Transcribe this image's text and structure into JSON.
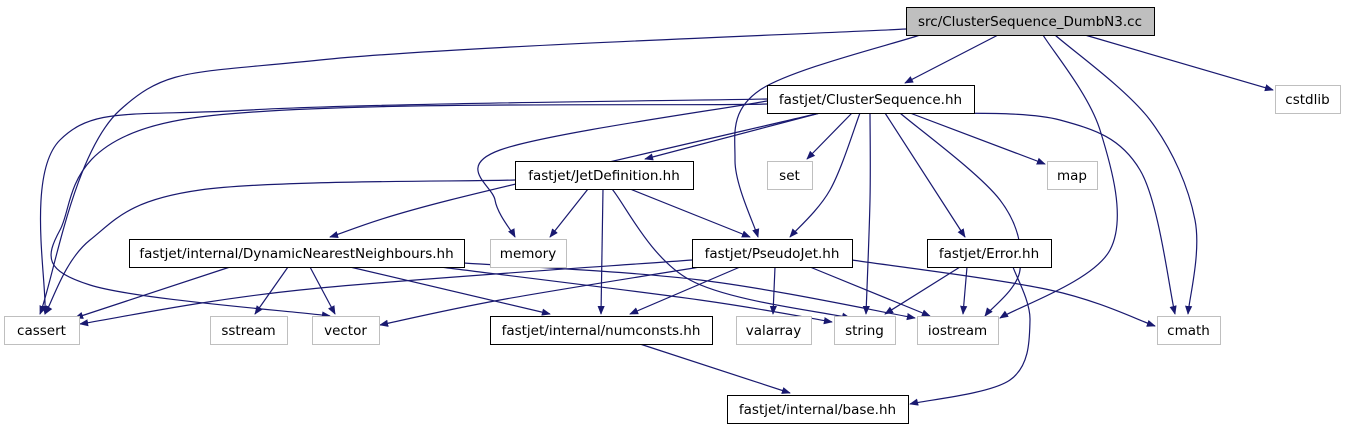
{
  "graph": {
    "colors": {
      "edge": "#191970",
      "root_fill": "#bfbfbf",
      "root_border": "#000000",
      "documented_border": "#000000",
      "external_border": "#bfbfbf",
      "external_text": "#000000"
    },
    "nodes": [
      {
        "id": "root",
        "label": "src/ClusterSequence_DumbN3.cc",
        "kind": "root"
      },
      {
        "id": "clusterseq",
        "label": "fastjet/ClusterSequence.hh",
        "kind": "documented"
      },
      {
        "id": "cstdlib",
        "label": "cstdlib",
        "kind": "external"
      },
      {
        "id": "jetdef",
        "label": "fastjet/JetDefinition.hh",
        "kind": "documented"
      },
      {
        "id": "set",
        "label": "set",
        "kind": "external"
      },
      {
        "id": "map",
        "label": "map",
        "kind": "external"
      },
      {
        "id": "dnn",
        "label": "fastjet/internal/DynamicNearestNeighbours.hh",
        "kind": "documented"
      },
      {
        "id": "memory",
        "label": "memory",
        "kind": "external"
      },
      {
        "id": "pseudojet",
        "label": "fastjet/PseudoJet.hh",
        "kind": "documented"
      },
      {
        "id": "error",
        "label": "fastjet/Error.hh",
        "kind": "documented"
      },
      {
        "id": "cassert",
        "label": "cassert",
        "kind": "external"
      },
      {
        "id": "sstream",
        "label": "sstream",
        "kind": "external"
      },
      {
        "id": "vector",
        "label": "vector",
        "kind": "external"
      },
      {
        "id": "numconsts",
        "label": "fastjet/internal/numconsts.hh",
        "kind": "documented"
      },
      {
        "id": "valarray",
        "label": "valarray",
        "kind": "external"
      },
      {
        "id": "string",
        "label": "string",
        "kind": "external"
      },
      {
        "id": "iostream",
        "label": "iostream",
        "kind": "external"
      },
      {
        "id": "cmath",
        "label": "cmath",
        "kind": "external"
      },
      {
        "id": "base",
        "label": "fastjet/internal/base.hh",
        "kind": "documented"
      }
    ],
    "edges": [
      [
        "root",
        "clusterseq"
      ],
      [
        "root",
        "cstdlib"
      ],
      [
        "root",
        "cassert"
      ],
      [
        "root",
        "pseudojet"
      ],
      [
        "root",
        "iostream"
      ],
      [
        "root",
        "cmath"
      ],
      [
        "clusterseq",
        "jetdef"
      ],
      [
        "clusterseq",
        "set"
      ],
      [
        "clusterseq",
        "map"
      ],
      [
        "clusterseq",
        "dnn"
      ],
      [
        "clusterseq",
        "memory"
      ],
      [
        "clusterseq",
        "pseudojet"
      ],
      [
        "clusterseq",
        "error"
      ],
      [
        "clusterseq",
        "cassert"
      ],
      [
        "clusterseq",
        "vector"
      ],
      [
        "clusterseq",
        "string"
      ],
      [
        "clusterseq",
        "iostream"
      ],
      [
        "clusterseq",
        "cmath"
      ],
      [
        "jetdef",
        "memory"
      ],
      [
        "jetdef",
        "pseudojet"
      ],
      [
        "jetdef",
        "numconsts"
      ],
      [
        "jetdef",
        "string"
      ],
      [
        "jetdef",
        "cassert"
      ],
      [
        "dnn",
        "cassert"
      ],
      [
        "dnn",
        "sstream"
      ],
      [
        "dnn",
        "vector"
      ],
      [
        "dnn",
        "numconsts"
      ],
      [
        "dnn",
        "string"
      ],
      [
        "dnn",
        "iostream"
      ],
      [
        "pseudojet",
        "valarray"
      ],
      [
        "pseudojet",
        "vector"
      ],
      [
        "pseudojet",
        "numconsts"
      ],
      [
        "pseudojet",
        "cassert"
      ],
      [
        "pseudojet",
        "iostream"
      ],
      [
        "pseudojet",
        "cmath"
      ],
      [
        "error",
        "string"
      ],
      [
        "error",
        "iostream"
      ],
      [
        "error",
        "base"
      ],
      [
        "numconsts",
        "base"
      ]
    ]
  }
}
